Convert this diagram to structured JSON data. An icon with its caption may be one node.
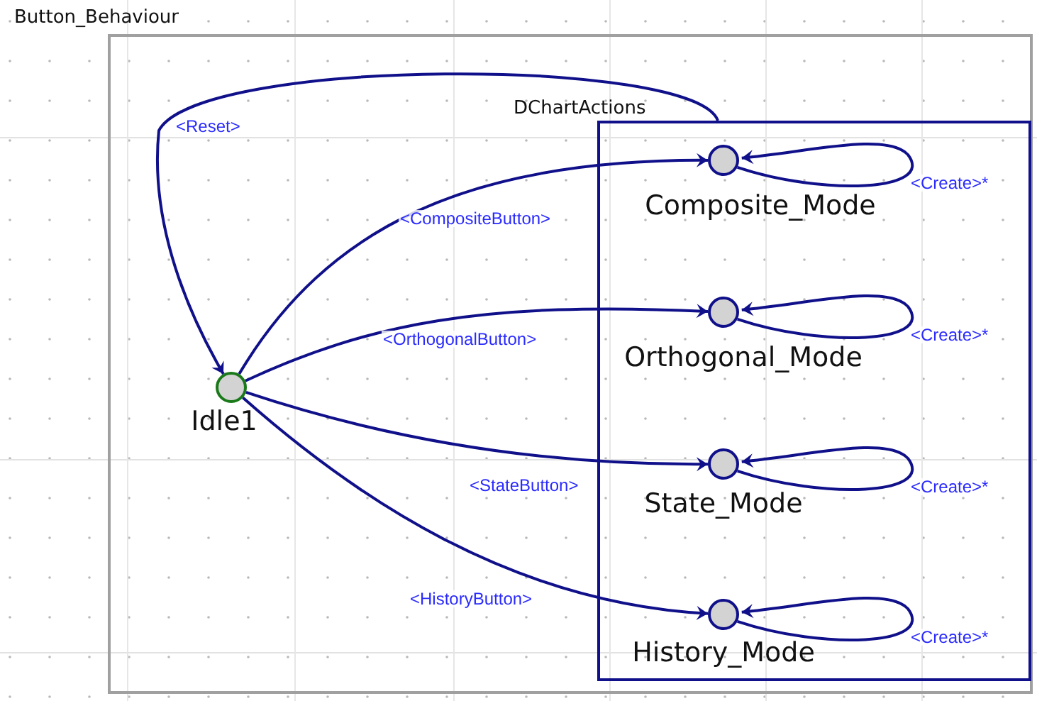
{
  "diagram": {
    "nodes": [
      {
        "text": [
          "Button_Behaviour"
        ]
      },
      {
        "text": [
          "DChartActions"
        ],
        "in": 0
      },
      {
        "text": [
          "Idle1"
        ],
        "in": 0
      },
      {
        "text": [
          "Composite_Mode"
        ],
        "in": 1
      },
      {
        "text": [
          "Orthogonal_Mode"
        ],
        "in": 1
      },
      {
        "text": [
          "State_Mode"
        ],
        "in": 1
      },
      {
        "text": [
          "History_Mode"
        ],
        "in": 1
      }
    ],
    "edges": [
      {
        "from": 1,
        "to": 2,
        "arrow": "to",
        "label": "<Reset>"
      },
      {
        "from": 2,
        "to": 3,
        "arrow": "to",
        "label": "<CompositeButton>"
      },
      {
        "from": 2,
        "to": 4,
        "arrow": "to",
        "label": "<OrthogonalButton>"
      },
      {
        "from": 2,
        "to": 5,
        "arrow": "to",
        "label": "<StateButton>"
      },
      {
        "from": 2,
        "to": 6,
        "arrow": "to",
        "label": "<HistoryButton>"
      },
      {
        "from": 3,
        "to": 3,
        "arrow": "to",
        "label": "<Create>*"
      },
      {
        "from": 4,
        "to": 4,
        "arrow": "to",
        "label": "<Create>*"
      },
      {
        "from": 5,
        "to": 5,
        "arrow": "to",
        "label": "<Create>*"
      },
      {
        "from": 6,
        "to": 6,
        "arrow": "to",
        "label": "<Create>*"
      }
    ]
  }
}
